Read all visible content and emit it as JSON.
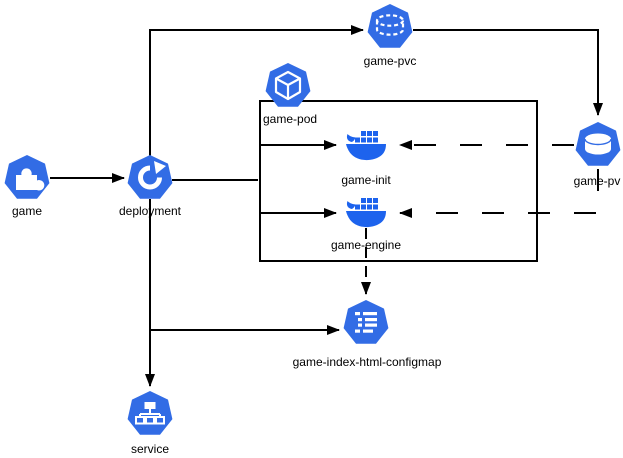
{
  "diagram": {
    "title": "kubernetes game deployment diagram",
    "background_color": "#ffffff",
    "line_color": "#000000",
    "k8s_blue": "#326CE5",
    "docker_blue": "#1D63ED",
    "nodes": [
      {
        "id": "game",
        "label": "game",
        "icon": "puzzle-icon"
      },
      {
        "id": "deployment",
        "label": "deployment",
        "icon": "deployment-cycle-icon"
      },
      {
        "id": "game-pvc",
        "label": "game-pvc",
        "icon": "pvc-dashed-cylinder-icon"
      },
      {
        "id": "game-pod",
        "label": "game-pod",
        "icon": "pod-cube-icon"
      },
      {
        "id": "game-init",
        "label": "game-init",
        "icon": "docker-whale-icon"
      },
      {
        "id": "game-engine",
        "label": "game-engine",
        "icon": "docker-whale-icon"
      },
      {
        "id": "game-pv",
        "label": "game-pv",
        "icon": "pv-cylinder-icon"
      },
      {
        "id": "game-index-html-configmap",
        "label": "game-index-html-configmap",
        "icon": "configmap-icon"
      },
      {
        "id": "service",
        "label": "service",
        "icon": "service-icon"
      }
    ],
    "edges": [
      {
        "from": "game",
        "to": "deployment",
        "style": "solid-arrow"
      },
      {
        "from": "deployment",
        "to": "game-pvc",
        "style": "solid-arrow"
      },
      {
        "from": "game-pvc",
        "to": "game-pv",
        "style": "solid-arrow"
      },
      {
        "from": "deployment",
        "to": "game-pod",
        "style": "solid-line"
      },
      {
        "from": "game-pod",
        "to": "game-init",
        "style": "solid-arrow"
      },
      {
        "from": "game-pod",
        "to": "game-engine",
        "style": "solid-arrow"
      },
      {
        "from": "deployment",
        "to": "service",
        "style": "solid-arrow"
      },
      {
        "from": "deployment",
        "to": "game-index-html-configmap",
        "style": "solid-arrow"
      },
      {
        "from": "game-pv",
        "to": "game-init",
        "style": "dashed-arrow"
      },
      {
        "from": "game-pv",
        "to": "game-engine",
        "style": "dashed-arrow"
      },
      {
        "from": "game-engine",
        "to": "game-index-html-configmap",
        "style": "dashed-arrow"
      }
    ]
  }
}
